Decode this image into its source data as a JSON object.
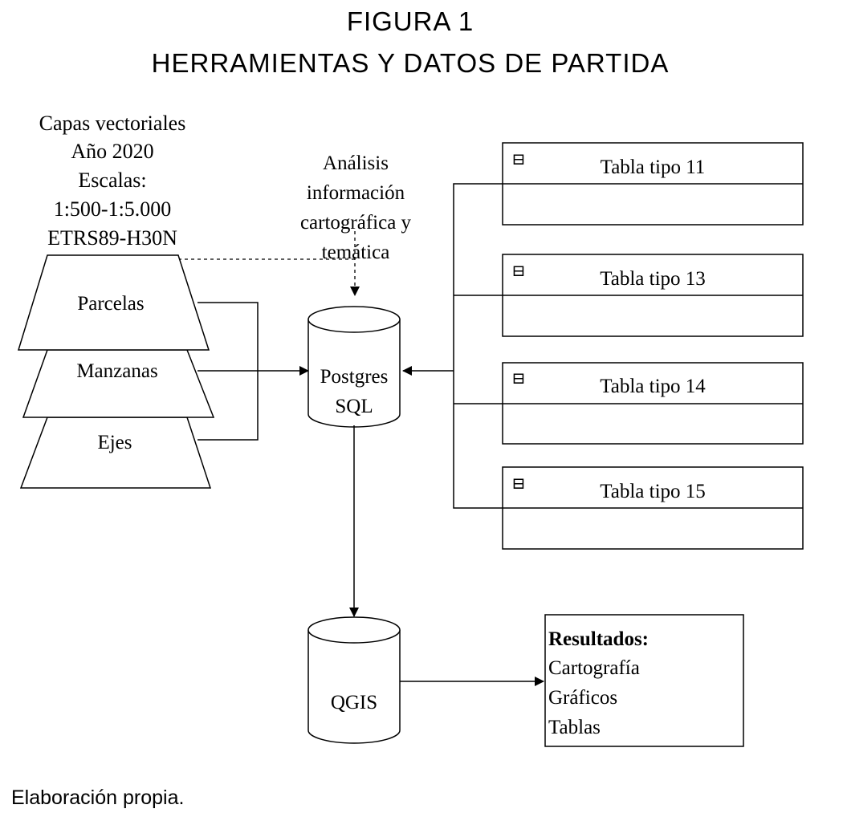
{
  "figure": {
    "title_line1": "FIGURA 1",
    "title_line2": "HERRAMIENTAS Y DATOS DE PARTIDA"
  },
  "source_note": {
    "lines": [
      "Capas vectoriales",
      "Año 2020",
      "Escalas:",
      "1:500-1:5.000",
      "ETRS89-H30N"
    ]
  },
  "layers": [
    {
      "label": "Parcelas"
    },
    {
      "label": "Manzanas"
    },
    {
      "label": "Ejes"
    }
  ],
  "analysis_note": {
    "lines": [
      "Análisis",
      "información",
      "cartográfica y",
      "temática"
    ]
  },
  "database": {
    "lines": [
      "Postgres",
      "SQL"
    ]
  },
  "gis": {
    "label": "QGIS"
  },
  "tables": [
    {
      "label": "Tabla tipo 11",
      "collapse_symbol": "⊟"
    },
    {
      "label": "Tabla tipo 13",
      "collapse_symbol": "⊟"
    },
    {
      "label": "Tabla tipo 14",
      "collapse_symbol": "⊟"
    },
    {
      "label": "Tabla tipo 15",
      "collapse_symbol": "⊟"
    }
  ],
  "results": {
    "heading": "Resultados:",
    "items": [
      "Cartografía",
      "Gráficos",
      "Tablas"
    ]
  },
  "footer": "Elaboración propia."
}
